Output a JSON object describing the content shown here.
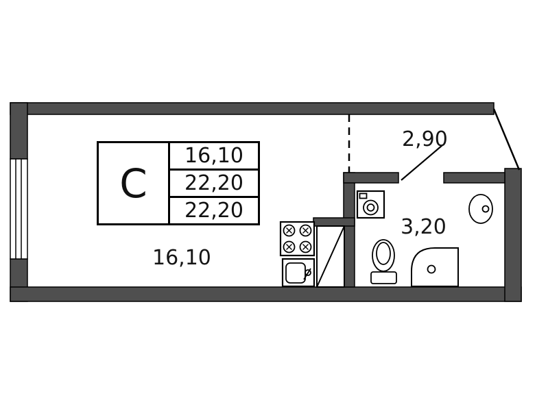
{
  "plan": {
    "unit_type_label": "С",
    "legend": {
      "rows": [
        "16,10",
        "22,20",
        "22,20"
      ]
    },
    "rooms": {
      "living_area": "16,10",
      "hallway_area": "2,90",
      "bathroom_area": "3,20"
    },
    "colors": {
      "wall": "#4f4f4f",
      "line": "#000000",
      "background": "#ffffff"
    },
    "fixtures": [
      "window",
      "entrance-door",
      "bathroom-door",
      "stove-icon",
      "kitchen-sink-icon",
      "wardrobe-icon",
      "washing-machine-icon",
      "toilet-icon",
      "shower-icon",
      "washbasin-icon"
    ]
  }
}
